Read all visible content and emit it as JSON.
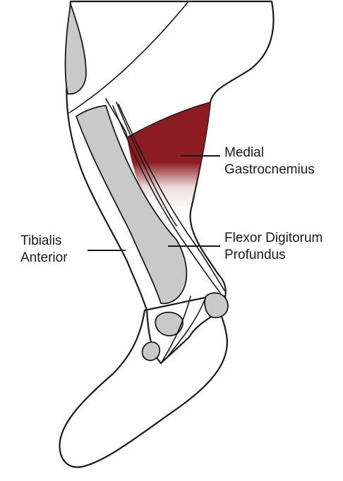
{
  "colors": {
    "muscle": "#8c1c22",
    "bone": "#c9c9c9",
    "outline": "#1a1a1a",
    "background": "#ffffff"
  },
  "labels": {
    "medial_gastrocnemius": {
      "line1": "Medial",
      "line2": "Gastrocnemius"
    },
    "flexor_digitorum_profundus": {
      "line1": "Flexor Digitorum",
      "line2": "Profundus"
    },
    "tibialis_anterior": {
      "line1": "Tibialis",
      "line2": "Anterior"
    }
  }
}
